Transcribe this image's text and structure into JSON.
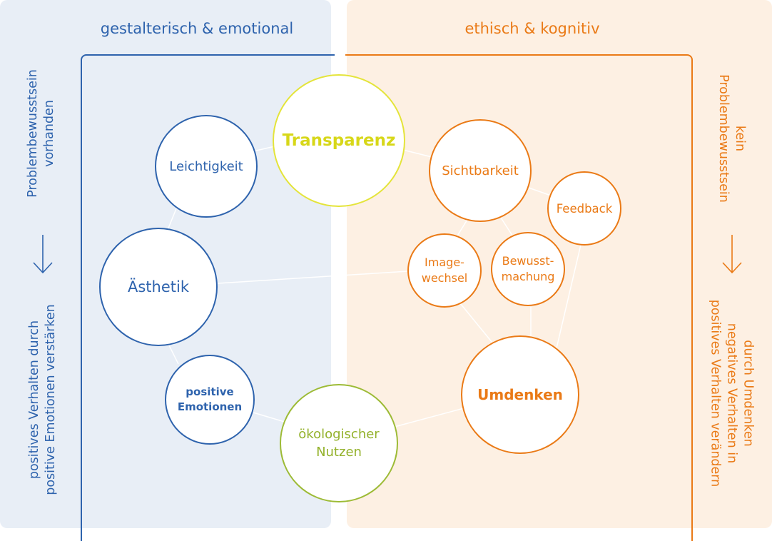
{
  "columns": {
    "left_title": "gestalterisch & emotional",
    "right_title": "ethisch & kognitiv"
  },
  "side_labels": {
    "left_top": [
      "Problembewusstsein",
      "vorhanden"
    ],
    "left_bottom": [
      "positives Verhalten durch",
      "positive Emotionen verstärken"
    ],
    "right_top": [
      "kein",
      "Problembewusstsein"
    ],
    "right_bottom": [
      "durch Umdenken",
      "negatives Verhalten in",
      "positives Verhalten verändern"
    ]
  },
  "nodes": {
    "leichtigkeit": [
      "Leichtigkeit"
    ],
    "transparenz": [
      "Transparenz"
    ],
    "sichtbarkeit": [
      "Sichtbarkeit"
    ],
    "feedback": [
      "Feedback"
    ],
    "aesthetik": [
      "Ästhetik"
    ],
    "imagewechsel": [
      "Image-",
      "wechsel"
    ],
    "bewusstmachung": [
      "Bewusst-",
      "machung"
    ],
    "positive_emotionen": [
      "positive",
      "Emotionen"
    ],
    "umdenken": [
      "Umdenken"
    ],
    "oekologischer_nutzen": [
      "ökologischer",
      "Nutzen"
    ]
  },
  "colors": {
    "blue": "#2e63ad",
    "orange": "#ea7a16",
    "yellow": "#e4e43a",
    "green": "#9dbb36",
    "left_bg": "#e8eef6",
    "right_bg": "#fdf0e3"
  }
}
